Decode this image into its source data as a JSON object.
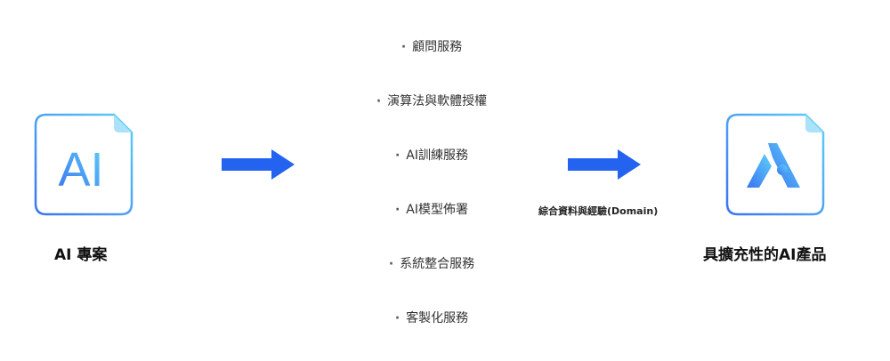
{
  "left_item": {
    "icon": "ai-document-icon",
    "icon_text": "AI",
    "caption": "AI 專案"
  },
  "services": {
    "bullet": "·",
    "items": [
      "顧問服務",
      "演算法與軟體授權",
      "AI訓練服務",
      "AI模型佈署",
      "系統整合服務",
      "客製化服務"
    ]
  },
  "arrow_label": "綜合資料與經驗(Domain)",
  "right_item": {
    "icon": "ai-product-logo-icon",
    "caption": "具擴充性的AI產品"
  },
  "colors": {
    "arrow": "#2463f0",
    "icon_gradient_start": "#3a73f2",
    "icon_gradient_end": "#5fd0f8",
    "fold": "#a9e2f9"
  }
}
